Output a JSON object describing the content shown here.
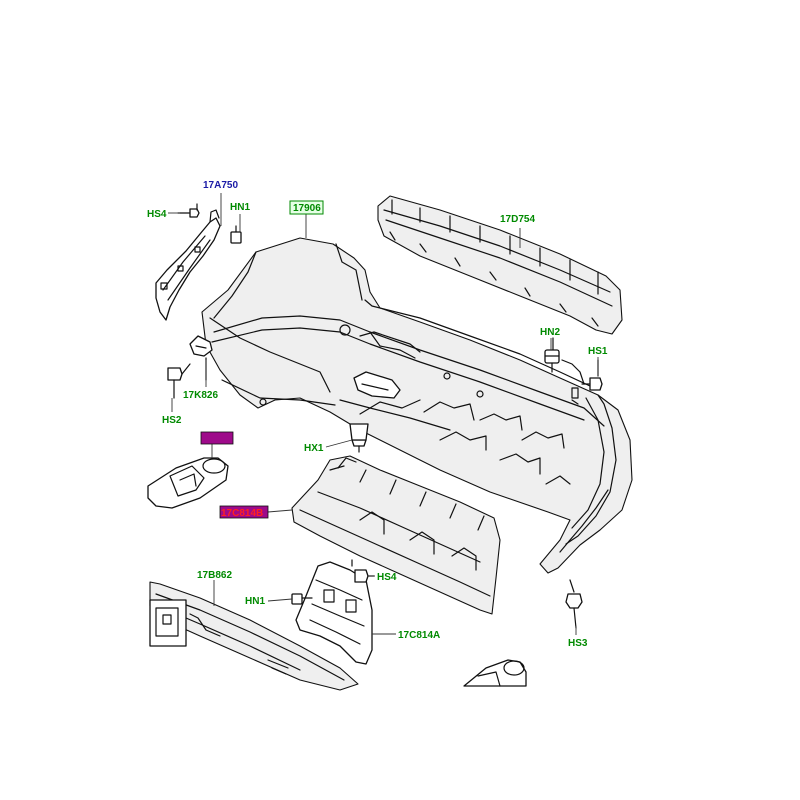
{
  "labels": {
    "hs4_top": "HS4",
    "p17a750": "17A750",
    "hn1_top": "HN1",
    "p17906": "17906",
    "p17d754": "17D754",
    "hn2": "HN2",
    "hs1": "HS1",
    "p17k826": "17K826",
    "hs2": "HS2",
    "hx1": "HX1",
    "p17c814b": "17C814B",
    "p17b862": "17B862",
    "hs4_bottom": "HS4",
    "hn1_bottom": "HN1",
    "p17c814a": "17C814A",
    "hs3": "HS3"
  },
  "colors": {
    "label_green": "#008a00",
    "label_blue": "#1a1aa6",
    "highlight": "#9e0a8a",
    "highlight_text": "#ff2020"
  }
}
